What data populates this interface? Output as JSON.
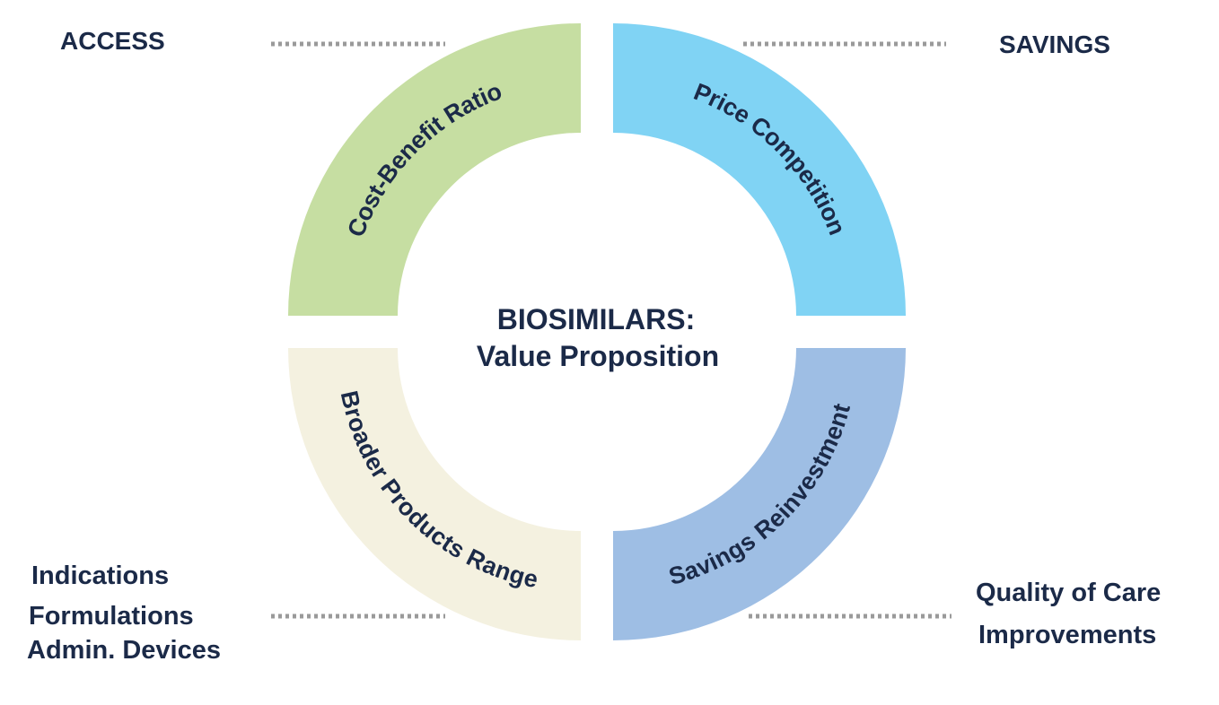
{
  "center": {
    "line1": "BIOSIMILARS:",
    "line2": "Value Proposition"
  },
  "corners": {
    "top_left": "ACCESS",
    "top_right": "SAVINGS",
    "bottom_left": [
      "Indications",
      "Formulations",
      "Admin. Devices"
    ],
    "bottom_right": [
      "Quality of Care",
      "Improvements"
    ]
  },
  "segments": [
    {
      "label": "Cost-Benefit Ratio",
      "color": "#c6dea2"
    },
    {
      "label": "Price Competition",
      "color": "#80d3f4"
    },
    {
      "label": "Broader Products Range",
      "color": "#f4f1e0"
    },
    {
      "label": "Savings Reinvestment",
      "color": "#9ebee4"
    }
  ]
}
